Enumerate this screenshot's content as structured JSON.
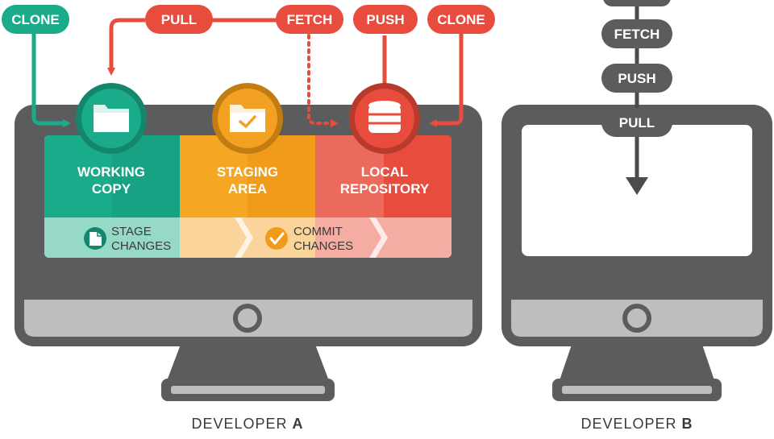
{
  "colors": {
    "green": "#1aab8a",
    "green_dark": "#14866c",
    "orange": "#f2a122",
    "orange_dark": "#c27c10",
    "red": "#e74c3c",
    "red_dark": "#b83a2c",
    "monitor_gray": "#5a5c5e",
    "monitor_light": "#bcbec0"
  },
  "commands": {
    "clone_left": "CLONE",
    "pull": "PULL",
    "fetch": "FETCH",
    "push": "PUSH",
    "clone_right": "CLONE",
    "fetch_b": "FETCH",
    "push_b": "PUSH",
    "pull_b": "PULL"
  },
  "areas": {
    "working_copy": [
      "WORKING",
      "COPY"
    ],
    "staging_area": [
      "STAGING",
      "AREA"
    ],
    "local_repository": [
      "LOCAL",
      "REPOSITORY"
    ]
  },
  "steps": {
    "stage_changes": [
      "STAGE",
      "CHANGES"
    ],
    "commit_changes": [
      "COMMIT",
      "CHANGES"
    ]
  },
  "icons": {
    "working_copy": "folder-icon",
    "staging_area": "folder-check-icon",
    "local_repository": "database-icon",
    "stage_changes": "document-icon",
    "commit_changes": "checkmark-icon"
  },
  "developers": {
    "a_prefix": "DEVELOPER ",
    "a_letter": "A",
    "b_prefix": "DEVELOPER ",
    "b_letter": "B"
  }
}
